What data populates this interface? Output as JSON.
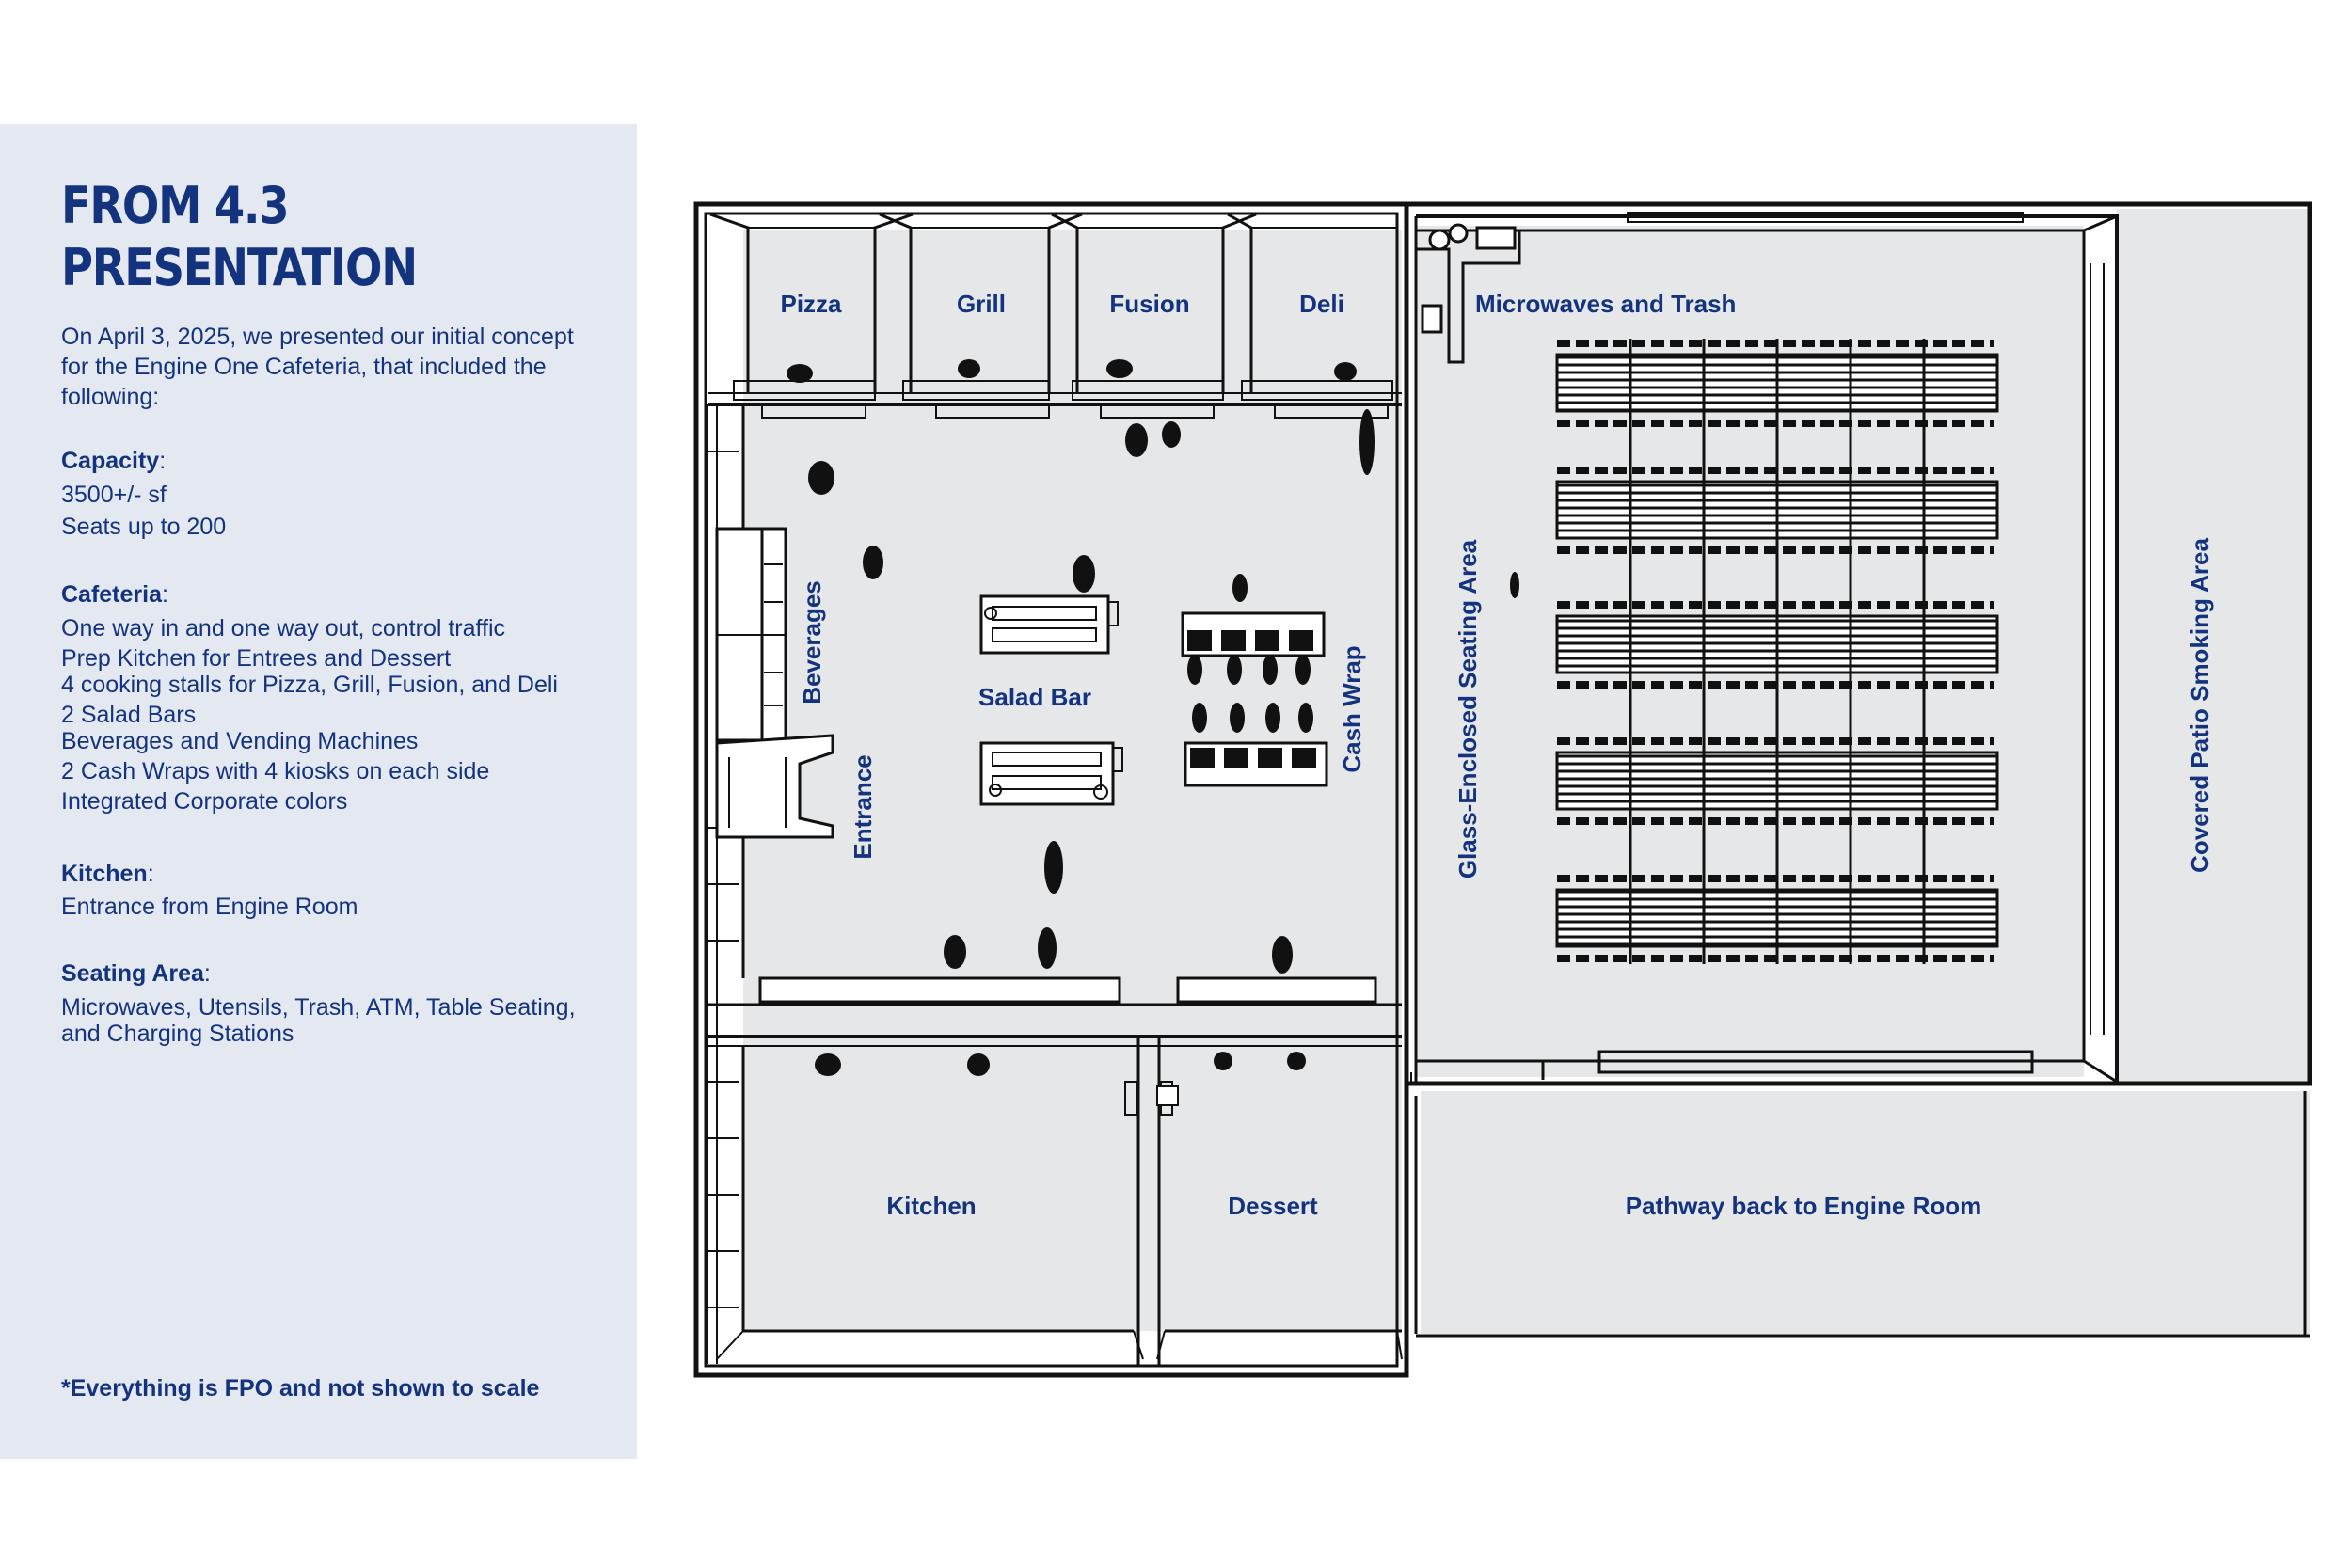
{
  "panel": {
    "title": "FROM 4.3\nPRESENTATION",
    "intro": "On April 3, 2025, we presented our initial concept for the Engine One Cafeteria, that included the following:",
    "sections": [
      {
        "heading": "Capacity",
        "items": [
          "3500+/- sf",
          "Seats up to 200"
        ]
      },
      {
        "heading": "Cafeteria",
        "items": [
          "One way in and one way out, control traffic",
          "Prep Kitchen for Entrees and Dessert",
          "4 cooking stalls for Pizza, Grill, Fusion, and Deli",
          "2 Salad Bars",
          "Beverages and Vending Machines",
          "2 Cash Wraps with 4 kiosks on each side",
          "Integrated Corporate colors"
        ]
      },
      {
        "heading": "Kitchen",
        "items": [
          "Entrance from Engine Room"
        ]
      },
      {
        "heading": "Seating Area",
        "items": [
          "Microwaves, Utensils, Trash, ATM, Table Seating,",
          "and Charging Stations"
        ]
      }
    ],
    "footnote": "*Everything is FPO and not shown to scale"
  },
  "plan": {
    "labels": {
      "pizza": "Pizza",
      "grill": "Grill",
      "fusion": "Fusion",
      "deli": "Deli",
      "microwaves": "Microwaves and Trash",
      "beverages": "Beverages",
      "entrance": "Entrance",
      "salad_bar": "Salad Bar",
      "cash_wrap": "Cash Wrap",
      "glass_seating": "Glass-Enclosed Seating Area",
      "covered_patio": "Covered Patio Smoking Area",
      "kitchen": "Kitchen",
      "dessert": "Dessert",
      "pathway": "Pathway back to Engine Room"
    }
  },
  "colors": {
    "brand_blue": "#14337e",
    "panel_bg": "#e4e8f1",
    "floor_gray": "#e6e7e8",
    "wall": "#111111"
  }
}
